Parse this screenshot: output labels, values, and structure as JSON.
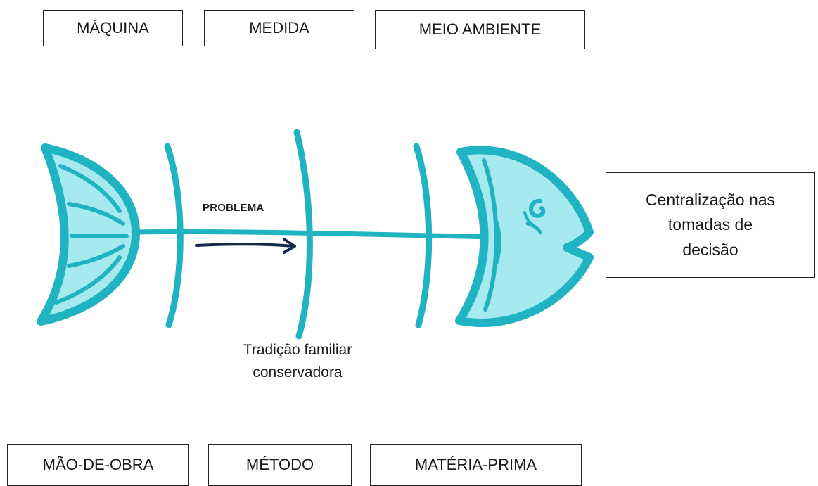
{
  "categories": {
    "top": [
      "MÁQUINA",
      "MEDIDA",
      "MEIO AMBIENTE"
    ],
    "bottom": [
      "MÃO-DE-OBRA",
      "MÉTODO",
      "MATÉRIA-PRIMA"
    ]
  },
  "effect": {
    "lines": [
      "Centralização nas",
      "tomadas de",
      "decisão"
    ]
  },
  "spine_label": "PROBLEMA",
  "cause": {
    "lines": [
      "Tradição familiar",
      "conservadora"
    ]
  },
  "colors": {
    "fish_stroke": "#20b4c2",
    "fish_fill": "#a6e9ef",
    "arrow": "#13284a",
    "box_border": "#222222"
  }
}
